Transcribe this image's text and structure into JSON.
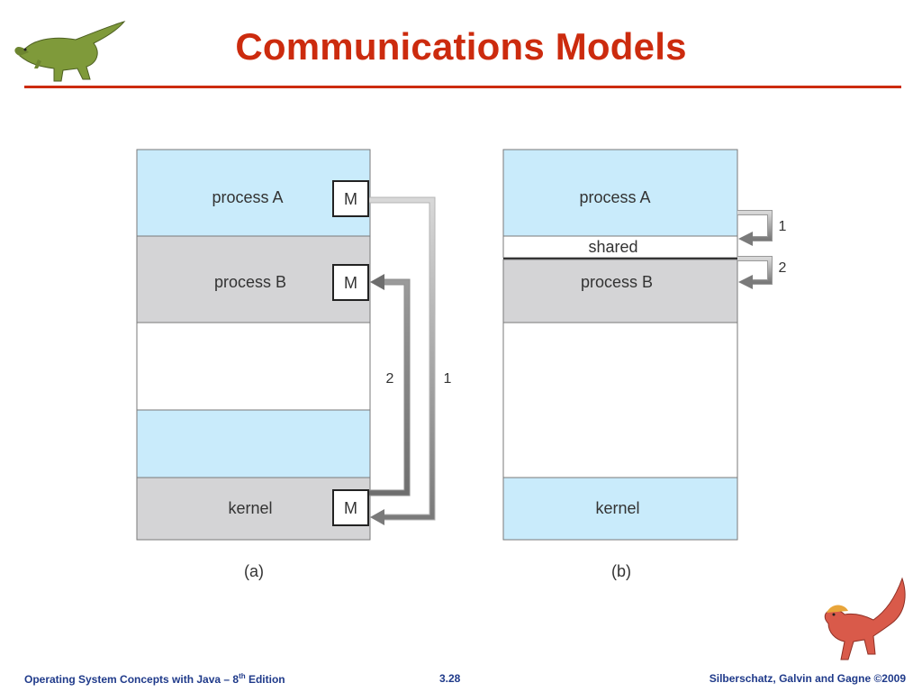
{
  "slide": {
    "title": "Communications Models"
  },
  "diagram_a": {
    "caption": "(a)",
    "process_a": "process A",
    "process_b": "process B",
    "kernel": "kernel",
    "message_box": "M",
    "arrow_1": "1",
    "arrow_2": "2"
  },
  "diagram_b": {
    "caption": "(b)",
    "process_a": "process A",
    "shared": "shared",
    "process_b": "process B",
    "kernel": "kernel",
    "arrow_1": "1",
    "arrow_2": "2"
  },
  "footer": {
    "left_prefix": "Operating System Concepts with Java – 8",
    "left_sup": "th",
    "left_suffix": " Edition",
    "center": "3.28",
    "right": "Silberschatz, Galvin and Gagne ©2009"
  },
  "colors": {
    "title": "#cc2b0e",
    "light_blue": "#c9ebfb",
    "light_gray": "#d4d4d6",
    "footer_text": "#1f3a8a"
  },
  "icons": {
    "top_left": "dinosaur-icon",
    "bottom_right": "dinosaur-icon"
  }
}
